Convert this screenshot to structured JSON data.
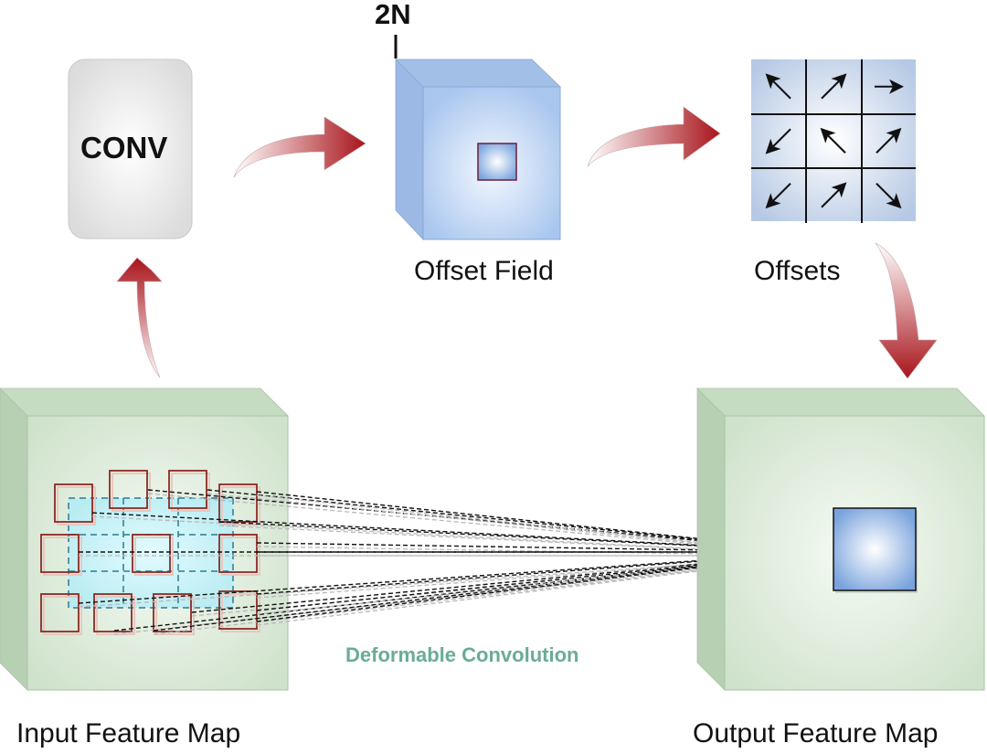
{
  "diagram": {
    "conv_block": {
      "label": "CONV"
    },
    "offset_field": {
      "label": "Offset Field",
      "channel_label": "2N"
    },
    "offsets": {
      "label": "Offsets",
      "grid_arrows": [
        [
          "north-west",
          "north-east",
          "east"
        ],
        [
          "south-west",
          "north-west",
          "north-east"
        ],
        [
          "south-west",
          "north-east",
          "south-east"
        ]
      ]
    },
    "input_map": {
      "label": "Input Feature Map",
      "sampling_rows": [
        4,
        3,
        4
      ]
    },
    "output_map": {
      "label": "Output Feature Map"
    },
    "operation": {
      "label": "Deformable Convolution"
    },
    "colors": {
      "arrow_red": "#b01c22",
      "feature_map_green": "#d3e6cf",
      "offset_blue": "#a9c6ee",
      "sample_box": "#8b2a24",
      "operation_text": "#6aab99"
    }
  }
}
